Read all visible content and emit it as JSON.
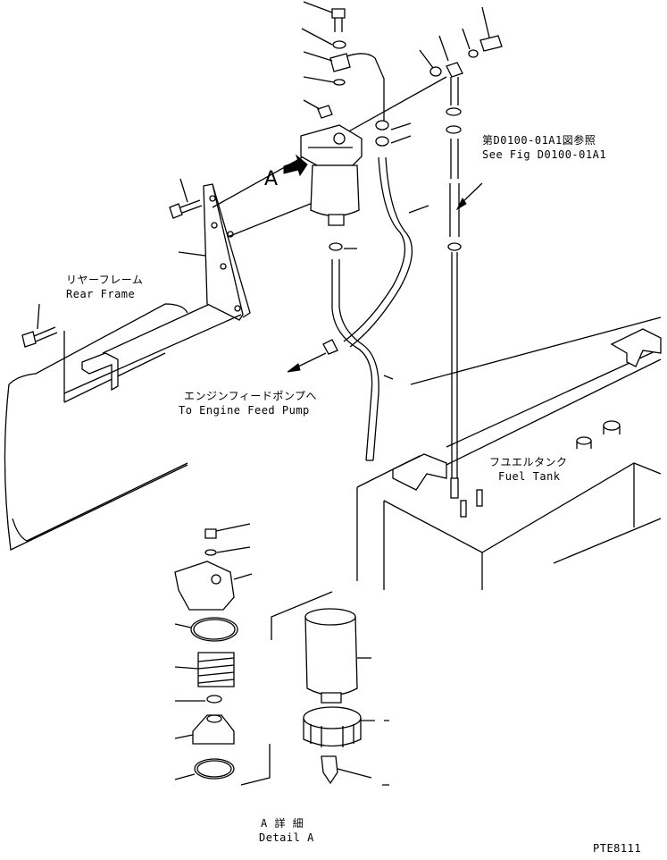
{
  "labels": {
    "rear_frame_ja": "リヤーフレーム",
    "rear_frame_en": "Rear Frame",
    "see_fig_ja": "第D0100-01A1図参照",
    "see_fig_en": "See Fig D0100-01A1",
    "engine_pump_ja": "エンジンフィードポンプへ",
    "engine_pump_en": "To Engine Feed Pump",
    "fuel_tank_ja": "フユエルタンク",
    "fuel_tank_en": "Fuel Tank",
    "detail_ja": "A 詳 細",
    "detail_en": "Detail A",
    "view_arrow": "A",
    "figure_code": "PTE8111"
  }
}
